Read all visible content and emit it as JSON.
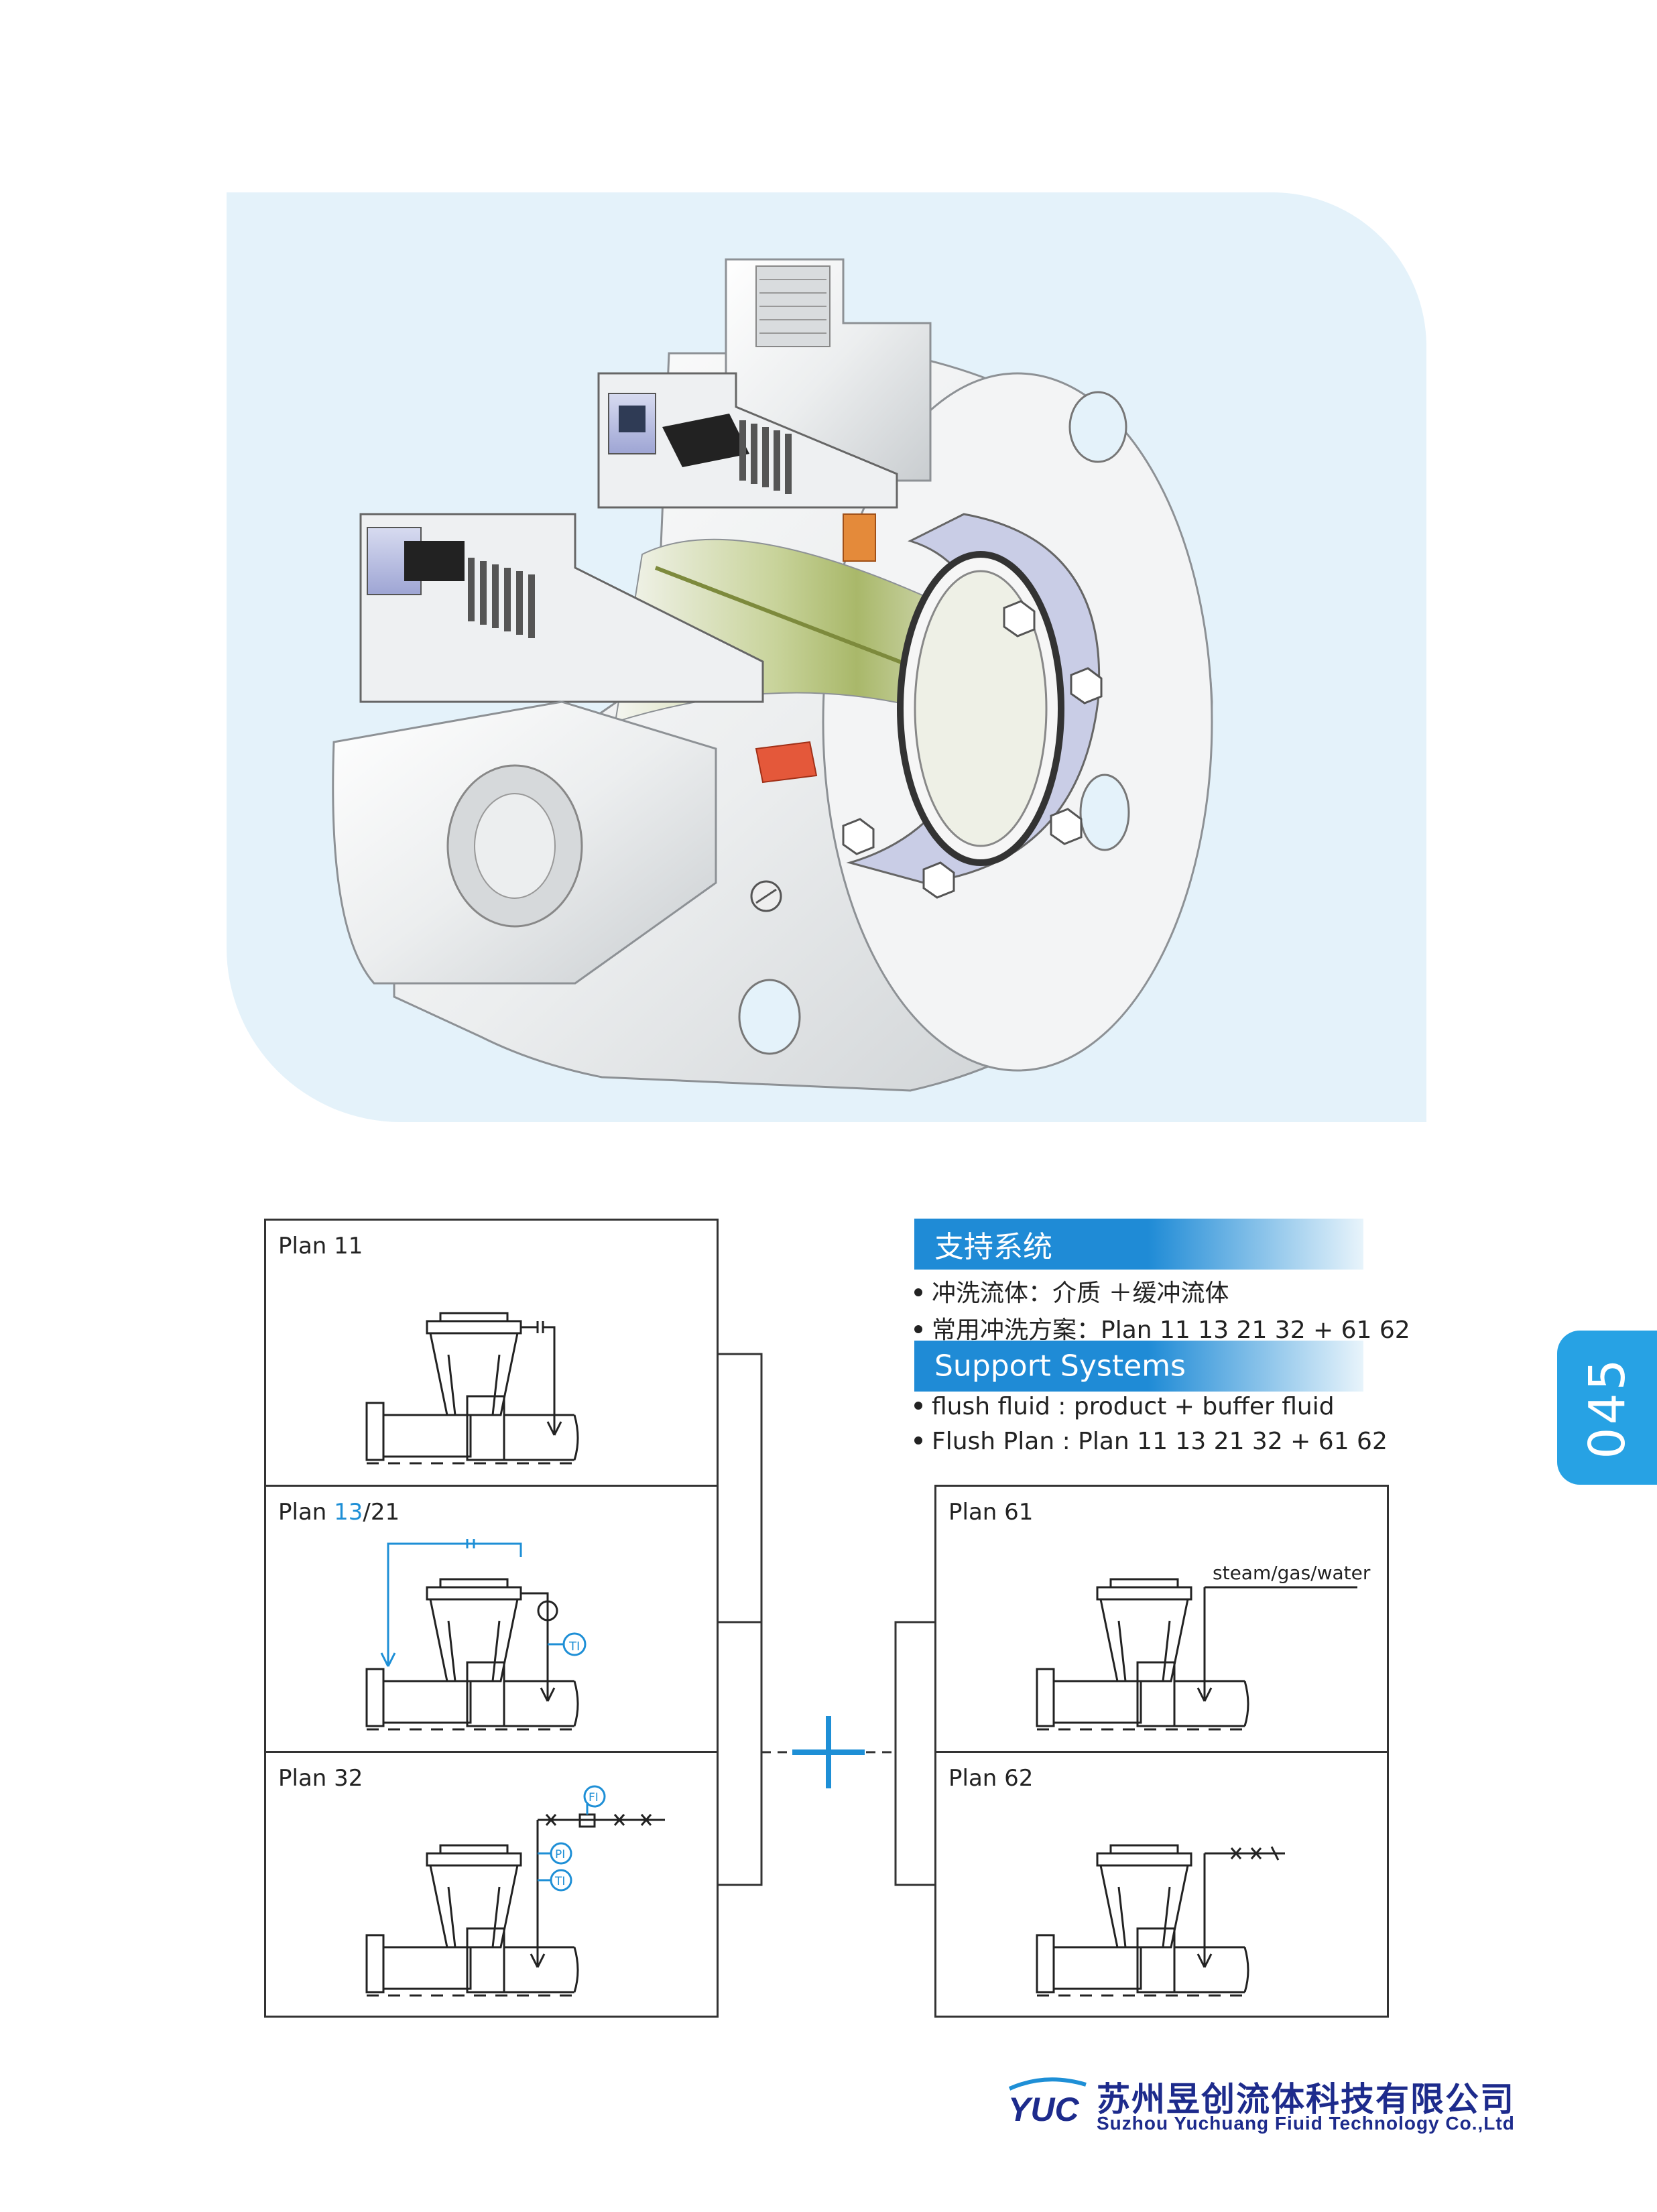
{
  "page_number": "045",
  "plans": {
    "plan11": {
      "label": "Plan 11"
    },
    "plan1321": {
      "label_prefix": "Plan ",
      "label_accent": "13",
      "label_suffix": "/21",
      "ti": "TI"
    },
    "plan32": {
      "label": "Plan 32",
      "fi": "FI",
      "pi": "PI",
      "ti": "TI"
    },
    "plan61": {
      "label": "Plan 61",
      "annotation": "steam/gas/water"
    },
    "plan62": {
      "label": "Plan 62"
    }
  },
  "support_cn": {
    "heading": "支持系统",
    "bullets": [
      "冲洗流体：介质 ＋缓冲流体",
      "常用冲洗方案：Plan 11 13 21 32 +  61 62"
    ]
  },
  "support_en": {
    "heading": "Support Systems",
    "bullets": [
      "flush fluid :  product + buffer fluid",
      "Flush Plan : Plan 11 13 21 32 + 61 62"
    ]
  },
  "company": {
    "logo_text": "YUC",
    "name_cn": "苏州昱创流体科技有限公司",
    "name_en": "Suzhou Yuchuang Fiuid Technology Co.,Ltd"
  },
  "colors": {
    "accent": "#1e8fd6",
    "hero_bg": "#e4f2fa",
    "tab": "#27a2e4",
    "brand": "#1d2b8c"
  }
}
